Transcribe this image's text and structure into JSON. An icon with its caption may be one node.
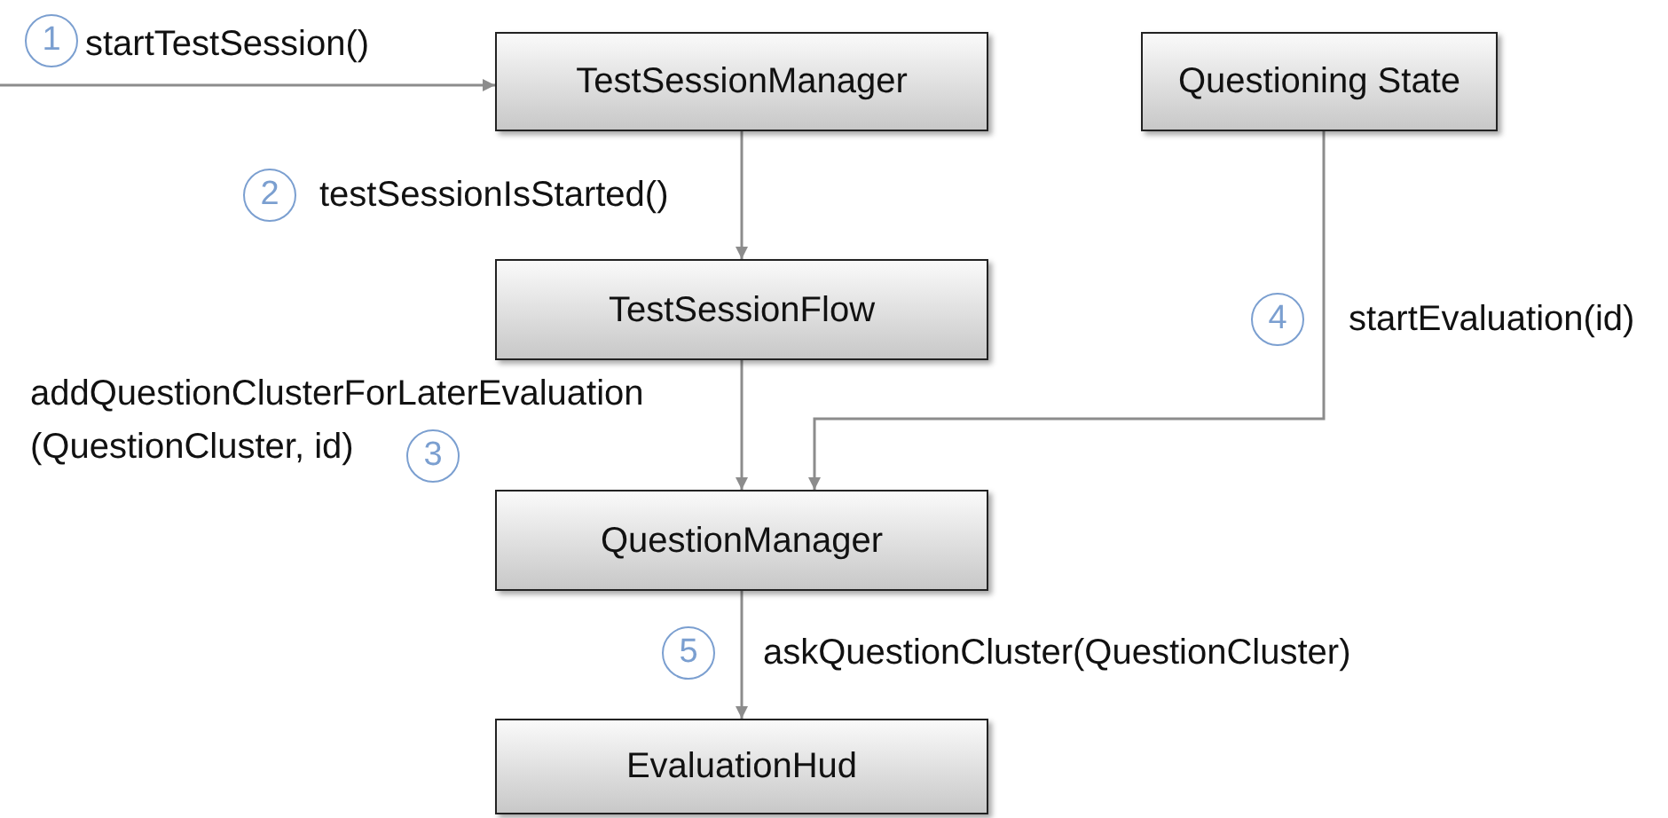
{
  "diagram": {
    "nodes": [
      {
        "text": [
          "TestSessionManager"
        ]
      },
      {
        "text": [
          "Questioning State"
        ]
      },
      {
        "text": [
          "TestSessionFlow"
        ]
      },
      {
        "text": [
          "QuestionManager"
        ]
      },
      {
        "text": [
          "EvaluationHud"
        ]
      }
    ],
    "edges": [
      {
        "from": null,
        "to": 0,
        "arrow": "to",
        "label": "startTestSession()"
      },
      {
        "from": 0,
        "to": 2,
        "arrow": "to",
        "label": "testSessionIsStarted()"
      },
      {
        "from": 2,
        "to": 3,
        "arrow": "to",
        "label": "addQuestionClusterForLaterEvaluation (QuestionCluster, id)"
      },
      {
        "from": 1,
        "to": 3,
        "arrow": "to",
        "label": "startEvaluation(id)"
      },
      {
        "from": 3,
        "to": 4,
        "arrow": "to",
        "label": "askQuestionCluster(QuestionCluster)"
      }
    ],
    "labels": [
      "1",
      "2",
      "3",
      "4",
      "5"
    ]
  }
}
